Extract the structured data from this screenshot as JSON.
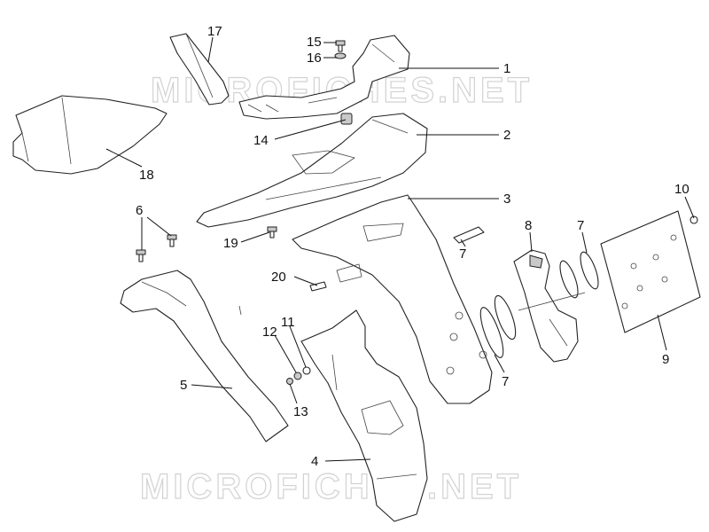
{
  "watermark": {
    "text": "MICROFICHES.NET"
  },
  "callouts": [
    {
      "label": "17"
    },
    {
      "label": "15"
    },
    {
      "label": "16"
    },
    {
      "label": "1"
    },
    {
      "label": "18"
    },
    {
      "label": "14"
    },
    {
      "label": "2"
    },
    {
      "label": "3"
    },
    {
      "label": "10"
    },
    {
      "label": "6"
    },
    {
      "label": "19"
    },
    {
      "label": "8"
    },
    {
      "label": "7"
    },
    {
      "label": "7"
    },
    {
      "label": "20"
    },
    {
      "label": "11"
    },
    {
      "label": "12"
    },
    {
      "label": "7"
    },
    {
      "label": "9"
    },
    {
      "label": "5"
    },
    {
      "label": "13"
    },
    {
      "label": "4"
    }
  ]
}
